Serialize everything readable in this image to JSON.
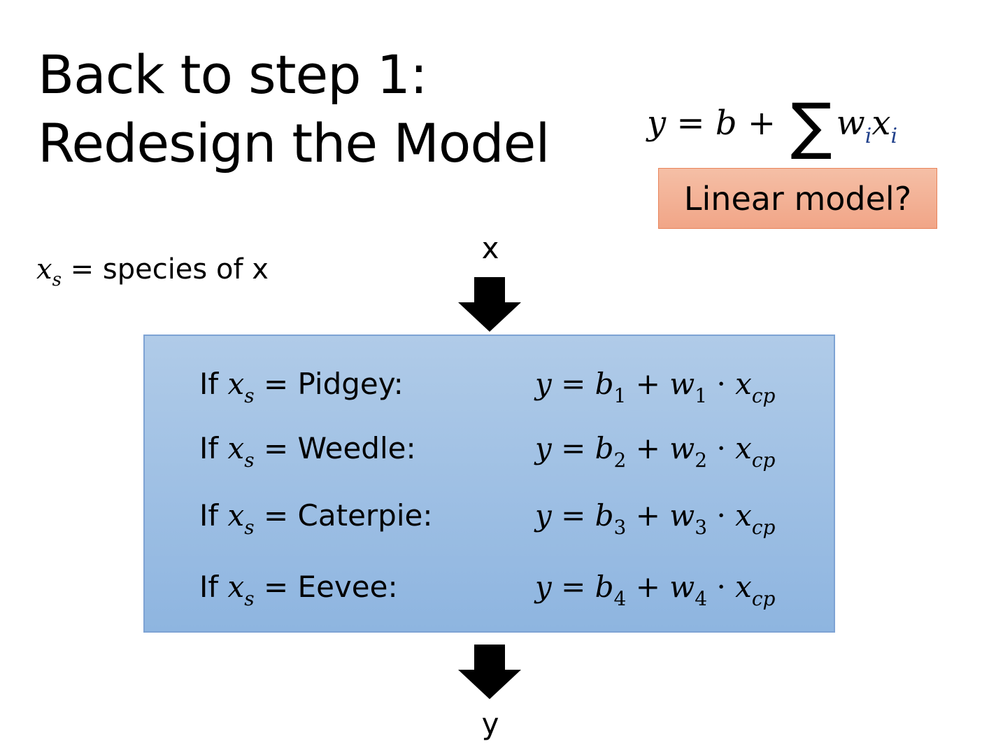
{
  "slide": {
    "title_lines": [
      "Back to step 1:",
      "Redesign the Model"
    ],
    "formula": {
      "lhs": "y",
      "equals": "=",
      "bias": "b",
      "plus": "+",
      "sum_symbol": "∑",
      "weight": "w",
      "input": "x",
      "index": "i"
    },
    "question_badge": "Linear model?",
    "species_definition": {
      "var": "x",
      "sub": "s",
      "text": "= species of x"
    },
    "input_label": "x",
    "output_label": "y",
    "rules": [
      {
        "if_text": "If",
        "var": "x",
        "sub": "s",
        "equals": "=",
        "species": "Pidgey:",
        "y": "y",
        "b": "b",
        "w": "w",
        "n": "1",
        "xcp": "x",
        "cp": "cp"
      },
      {
        "if_text": "If",
        "var": "x",
        "sub": "s",
        "equals": "=",
        "species": "Weedle:",
        "y": "y",
        "b": "b",
        "w": "w",
        "n": "2",
        "xcp": "x",
        "cp": "cp"
      },
      {
        "if_text": "If",
        "var": "x",
        "sub": "s",
        "equals": "=",
        "species": "Caterpie:",
        "y": "y",
        "b": "b",
        "w": "w",
        "n": "3",
        "xcp": "x",
        "cp": "cp"
      },
      {
        "if_text": "If",
        "var": "x",
        "sub": "s",
        "equals": "=",
        "species": "Eevee:",
        "y": "y",
        "b": "b",
        "w": "w",
        "n": "4",
        "xcp": "x",
        "cp": "cp"
      }
    ],
    "colors": {
      "badge_fill": "#f3b196",
      "badge_border": "#e8835a",
      "box_fill_top": "#b0cbe8",
      "box_fill_bottom": "#8eb5e0",
      "box_border": "#7ea3d4"
    }
  }
}
